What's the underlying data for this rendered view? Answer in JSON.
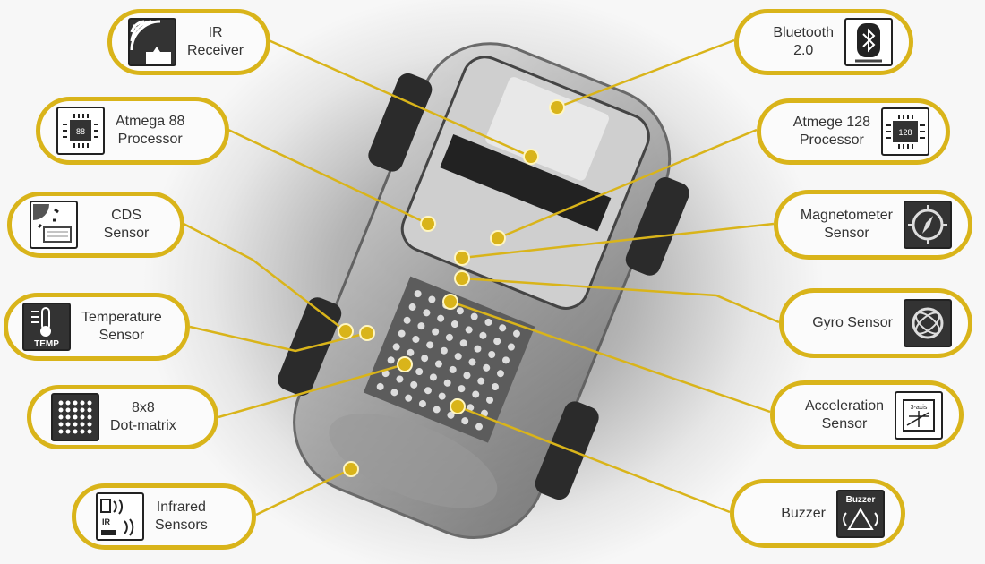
{
  "title": "Sensor layout diagram",
  "accent_color": "#d9b41a",
  "left_labels": [
    {
      "id": "ir-receiver",
      "text": "IR\nReceiver",
      "icon": "ir-receiver-icon",
      "icon_text": "IR"
    },
    {
      "id": "atmega-88",
      "text": "Atmega 88\nProcessor",
      "icon": "chip-icon",
      "icon_text": "88"
    },
    {
      "id": "cds-sensor",
      "text": "CDS Sensor",
      "icon": "light-sensor-icon"
    },
    {
      "id": "temperature-sensor",
      "text": "Temperature\nSensor",
      "icon": "thermometer-icon",
      "icon_text": "TEMP"
    },
    {
      "id": "dot-matrix",
      "text": "8x8\nDot-matrix",
      "icon": "dot-matrix-icon"
    },
    {
      "id": "infrared-sensors",
      "text": "Infrared\nSensors",
      "icon": "infrared-icon",
      "icon_text": "IR"
    }
  ],
  "right_labels": [
    {
      "id": "bluetooth",
      "text": "Bluetooth\n2.0",
      "icon": "bluetooth-icon"
    },
    {
      "id": "atmega-128",
      "text": "Atmege 128\nProcessor",
      "icon": "chip-icon",
      "icon_text": "128"
    },
    {
      "id": "magnetometer",
      "text": "Magnetometer\nSensor",
      "icon": "compass-icon"
    },
    {
      "id": "gyro",
      "text": "Gyro Sensor",
      "icon": "gyro-icon"
    },
    {
      "id": "acceleration",
      "text": "Acceleration\nSensor",
      "icon": "accelerometer-icon",
      "icon_text": "3-axis"
    },
    {
      "id": "buzzer",
      "text": "Buzzer",
      "icon": "buzzer-icon",
      "icon_text": "Buzzer"
    }
  ]
}
